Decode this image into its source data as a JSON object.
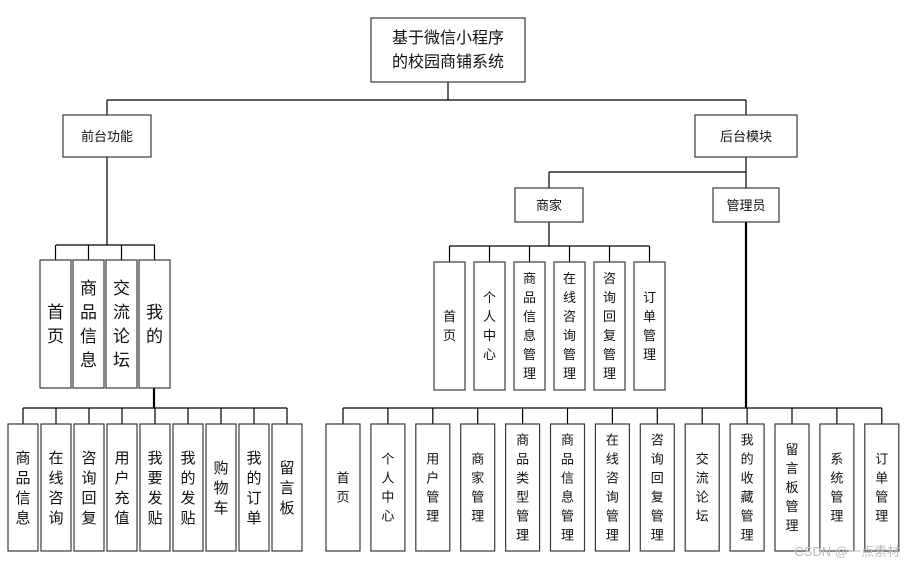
{
  "root": {
    "label_lines": [
      "基于微信小程序",
      "的校园商铺系统"
    ]
  },
  "front": {
    "label": "前台功能",
    "level1": [
      "首页",
      "商品信息",
      "交流论坛",
      "我的"
    ],
    "mine_children": [
      "商品信息",
      "在线咨询",
      "咨询回复",
      "用户充值",
      "我要发贴",
      "我的发贴",
      "购物车",
      "我的订单",
      "留言板"
    ]
  },
  "back": {
    "label": "后台模块",
    "merchant": {
      "label": "商家",
      "children": [
        "首页",
        "个人中心",
        "商品信息管理",
        "在线咨询管理",
        "咨询回复管理",
        "订单管理"
      ]
    },
    "admin": {
      "label": "管理员",
      "children": [
        "首页",
        "个人中心",
        "用户管理",
        "商家管理",
        "商品类型管理",
        "商品信息管理",
        "在线咨询管理",
        "咨询回复管理",
        "交流论坛",
        "我的收藏管理",
        "留言板管理",
        "系统管理",
        "订单管理"
      ]
    }
  },
  "watermark": "CSDN @一点素材"
}
